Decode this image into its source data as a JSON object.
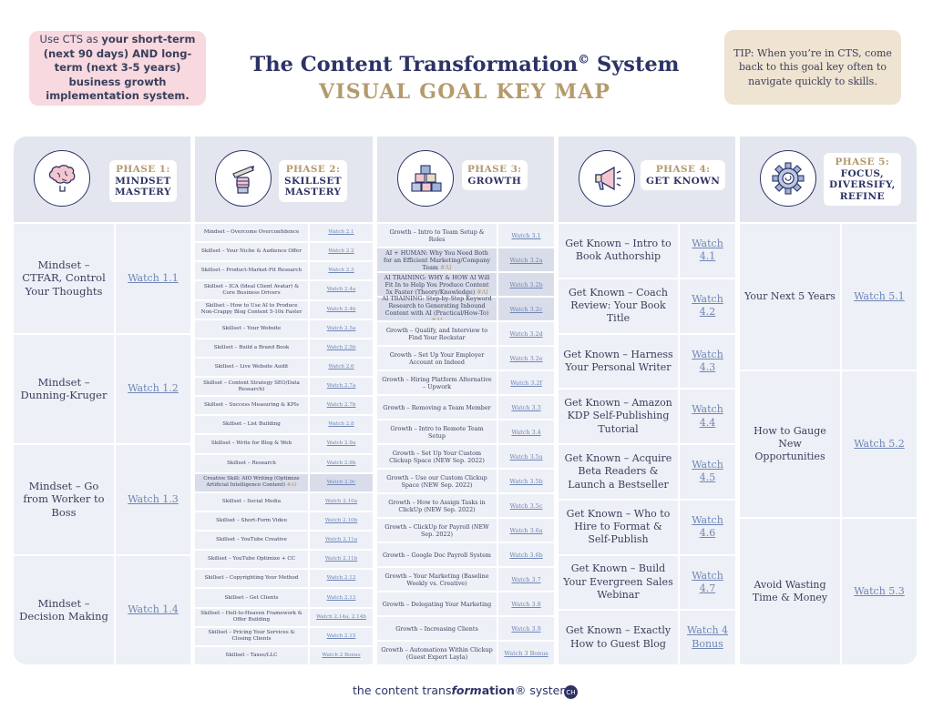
{
  "header": {
    "title": "The Content Transformation",
    "title_mark": "©",
    "title_end": "System",
    "subtitle": "VISUAL GOAL KEY MAP",
    "left_note_a": "Use CTS as ",
    "left_note_b": "your short-term (next 90 days) AND long-term (next 3-5 years) business growth implementation system.",
    "tip": "TIP: When you’re in CTS, come back to this goal key often to navigate quickly to skills."
  },
  "footer": {
    "a": "the content trans",
    "b": "form",
    "c": "ation",
    "d": "® system",
    "logo": "CH"
  },
  "phases": [
    {
      "num": "PHASE 1:",
      "title1": "MINDSET",
      "title2": "MASTERY",
      "title3": "",
      "rows": [
        {
          "label": "Mindset – CTFAR, Control Your Thoughts",
          "watch": "Watch 1.1"
        },
        {
          "label": "Mindset – Dunning-Kruger",
          "watch": "Watch 1.2"
        },
        {
          "label": "Mindset – Go from Worker to Boss",
          "watch": "Watch 1.3"
        },
        {
          "label": "Mindset – Decision Making",
          "watch": "Watch 1.4"
        }
      ]
    },
    {
      "num": "PHASE 2:",
      "title1": "SKILLSET",
      "title2": "MASTERY",
      "title3": "",
      "rows": [
        {
          "label": "Mindset – Overcome Overconfidence",
          "watch": "Watch 2.1"
        },
        {
          "label": "Skillset – Your Niche & Audience Offer",
          "watch": "Watch 2.2"
        },
        {
          "label": "Skillset – Product-Market-Fit Research",
          "watch": "Watch 2.3"
        },
        {
          "label": "Skillset – ICA (Ideal Client Avatar) & Core Business Drivers",
          "watch": "Watch 2.4a"
        },
        {
          "label": "Skillset – How to Use AI to Produce Non-Crappy Blog Content 5-10x Faster",
          "watch": "Watch 2.4b"
        },
        {
          "label": "Skillset – Your Website",
          "watch": "Watch 2.5a"
        },
        {
          "label": "Skillset – Build a Brand Book",
          "watch": "Watch 2.5b"
        },
        {
          "label": "Skillset – Live Website Audit",
          "watch": "Watch 2.6"
        },
        {
          "label": "Skillset – Content Strategy SEO/Data Research)",
          "watch": "Watch 2.7a"
        },
        {
          "label": "Skillset – Success Measuring & KPIs",
          "watch": "Watch 2.7b"
        },
        {
          "label": "Skillset – List Building",
          "watch": "Watch 2.8"
        },
        {
          "label": "Skillset – Write for Blog & Web",
          "watch": "Watch 2.9a"
        },
        {
          "label": "Skillset – Research",
          "watch": "Watch 2.9b"
        },
        {
          "label": "Creative Skill: AIO Writing (Optimize Artificial Intelligence Content)",
          "ai": " #AI",
          "watch": "Watch 2.9c",
          "hl": true
        },
        {
          "label": "Skillset – Social Media",
          "watch": "Watch 2.10a"
        },
        {
          "label": "Skillset – Short-Form Video",
          "watch": "Watch 2.10b"
        },
        {
          "label": "Skillset – YouTube Creative",
          "watch": "Watch 2.11a"
        },
        {
          "label": "Skillset – YouTube Optimize + CC",
          "watch": "Watch 2.11b"
        },
        {
          "label": "Skillset – Copyrighting Your Method",
          "watch": "Watch 2.12"
        },
        {
          "label": "Skillset – Get Clients",
          "watch": "Watch 2.13"
        },
        {
          "label": "Skillset – Hell-to-Heaven Framework & Offer Building",
          "watch": "Watch 2.14a, 2.14b"
        },
        {
          "label": "Skillset – Pricing Your Services & Closing Clients",
          "watch": "Watch 2.15"
        },
        {
          "label": "Skillset – Taxes/LLC",
          "watch": "Watch 2 Bonus"
        }
      ]
    },
    {
      "num": "PHASE 3:",
      "title1": "GROWTH",
      "title2": "",
      "title3": "",
      "rows": [
        {
          "label": "Growth – Intro to Team Setup & Roles",
          "watch": "Watch 3.1"
        },
        {
          "label": "AI + HUMAN: Why You Need Both for an Efficient Marketing/Company Team",
          "ai": " #AI",
          "watch": "Watch 3.2a",
          "hl": true
        },
        {
          "label": "AI TRAINING: WHY & HOW AI Will Fit In to Help You Produce Content 5x Faster (Theory/Knowledge)",
          "ai": " #AI",
          "watch": "Watch 3.2b",
          "hl": true
        },
        {
          "label": "AI TRAINING: Step-by-Step Keyword Research to Generating Inbound Content with AI (Practical/How-To)",
          "ai": " #AI",
          "watch": "Watch 3.2c",
          "hl": true
        },
        {
          "label": "Growth – Qualify, and Interview to Find Your Rockstar",
          "watch": "Watch 3.2d"
        },
        {
          "label": "Growth – Set Up Your Employer Account on Indeed",
          "watch": "Watch 3.2e"
        },
        {
          "label": "Growth – Hiring Platform Alternative – Upwork",
          "watch": "Watch 3.2f"
        },
        {
          "label": "Growth – Removing a Team Member",
          "watch": "Watch 3.3"
        },
        {
          "label": "Growth – Intro to Remote Team Setup",
          "watch": "Watch 3.4"
        },
        {
          "label": "Growth – Set Up Your Custom Clickup Space (NEW Sep. 2022)",
          "watch": "Watch 3.5a"
        },
        {
          "label": "Growth – Use our Custom Clickup Space (NEW Sep. 2022)",
          "watch": "Watch 3.5b"
        },
        {
          "label": "Growth – How to Assign Tasks in ClickUp (NEW Sep. 2022)",
          "watch": "Watch 3.5c"
        },
        {
          "label": "Growth – ClickUp for Payroll (NEW Sep. 2022)",
          "watch": "Watch 3.6a"
        },
        {
          "label": "Growth – Google Doc Payroll System",
          "watch": "Watch 3.6b"
        },
        {
          "label": "Growth – Your Marketing (Baseline Weekly vs. Creative)",
          "watch": "Watch 3.7"
        },
        {
          "label": "Growth – Delegating Your Marketing",
          "watch": "Watch 3.8"
        },
        {
          "label": "Growth – Increasing Clients",
          "watch": "Watch 3.9"
        },
        {
          "label": "Growth – Automations Within Clickup (Guest Expert Layla)",
          "watch": "Watch 3 Bonus"
        }
      ]
    },
    {
      "num": "PHASE 4:",
      "title1": "GET KNOWN",
      "title2": "",
      "title3": "",
      "rows": [
        {
          "label": "Get Known – Intro to Book Authorship",
          "watch": "Watch 4.1"
        },
        {
          "label": "Get Known – Coach Review: Your Book Title",
          "watch": "Watch 4.2"
        },
        {
          "label": "Get Known – Harness Your Personal Writer",
          "watch": "Watch 4.3"
        },
        {
          "label": "Get Known – Amazon KDP Self-Publishing Tutorial",
          "watch": "Watch 4.4"
        },
        {
          "label": "Get Known – Acquire Beta Readers & Launch a Bestseller",
          "watch": "Watch 4.5"
        },
        {
          "label": "Get Known – Who to Hire to Format & Self-Publish",
          "watch": "Watch 4.6"
        },
        {
          "label": "Get Known – Build Your Evergreen Sales Webinar",
          "watch": "Watch 4.7"
        },
        {
          "label": "Get Known – Exactly How to Guest Blog",
          "watch": "Watch 4 Bonus"
        }
      ]
    },
    {
      "num": "PHASE 5:",
      "title1": "FOCUS,",
      "title2": "DIVERSIFY,",
      "title3": "REFINE",
      "rows": [
        {
          "label": "Your Next 5 Years",
          "watch": "Watch 5.1"
        },
        {
          "label": "How to Gauge New Opportunities",
          "watch": "Watch 5.2"
        },
        {
          "label": "Avoid Wasting Time & Money",
          "watch": "Watch 5.3"
        }
      ]
    }
  ]
}
